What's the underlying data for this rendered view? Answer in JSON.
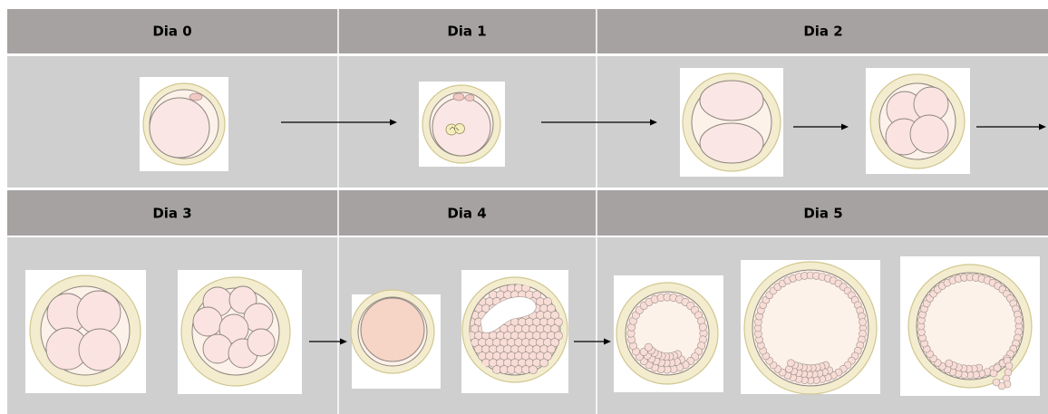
{
  "headers": {
    "day0": "Dia 0",
    "day1": "Dia 1",
    "day2": "Dia 2",
    "day3": "Dia 3",
    "day4": "Dia 4",
    "day5": "Dia 5"
  },
  "colors": {
    "header_band": "#a6a2a2",
    "content_band": "#d0cfcf",
    "zona_pellucida": "#f4eccf",
    "cell_fill": "#fbe3e1",
    "arrow": "#000000"
  }
}
